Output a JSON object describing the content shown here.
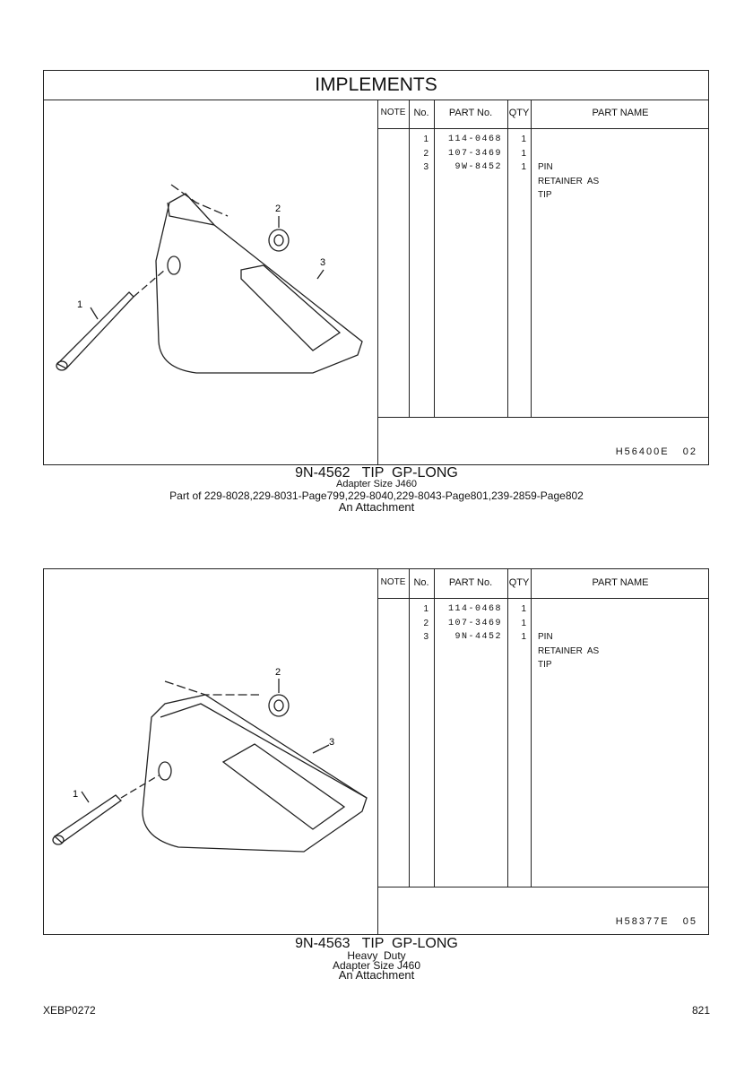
{
  "section_title": "IMPLEMENTS",
  "columns": [
    "NOTE",
    "No.",
    "PART No.",
    "QTY",
    "PART NAME"
  ],
  "tables": [
    {
      "rows": [
        {
          "no": "1",
          "part_no": "114-0468",
          "qty": "1",
          "name": "PIN"
        },
        {
          "no": "2",
          "part_no": "107-3469",
          "qty": "1",
          "name": "RETAINER  AS"
        },
        {
          "no": "3",
          "part_no": "9W-8452",
          "qty": "1",
          "name": "TIP"
        }
      ],
      "illustration_code": "H56400E",
      "illustration_rev": "02",
      "callouts": [
        "1",
        "2",
        "3"
      ],
      "caption": {
        "title": "9N-4562   TIP  GP-LONG",
        "lines": [
          "Adapter Size J460",
          "Part of 229-8028,229-8031-Page799,229-8040,229-8043-Page801,239-2859-Page802",
          "An Attachment"
        ]
      }
    },
    {
      "rows": [
        {
          "no": "1",
          "part_no": "114-0468",
          "qty": "1",
          "name": "PIN"
        },
        {
          "no": "2",
          "part_no": "107-3469",
          "qty": "1",
          "name": "RETAINER  AS"
        },
        {
          "no": "3",
          "part_no": "9N-4452",
          "qty": "1",
          "name": "TIP"
        }
      ],
      "illustration_code": "H58377E",
      "illustration_rev": "05",
      "callouts": [
        "1",
        "2",
        "3"
      ],
      "caption": {
        "title": "9N-4563   TIP  GP-LONG",
        "lines": [
          "Heavy  Duty",
          "Adapter Size J460",
          "An Attachment"
        ]
      }
    }
  ],
  "footer": {
    "doc_id": "XEBP0272",
    "page_number": "821"
  }
}
